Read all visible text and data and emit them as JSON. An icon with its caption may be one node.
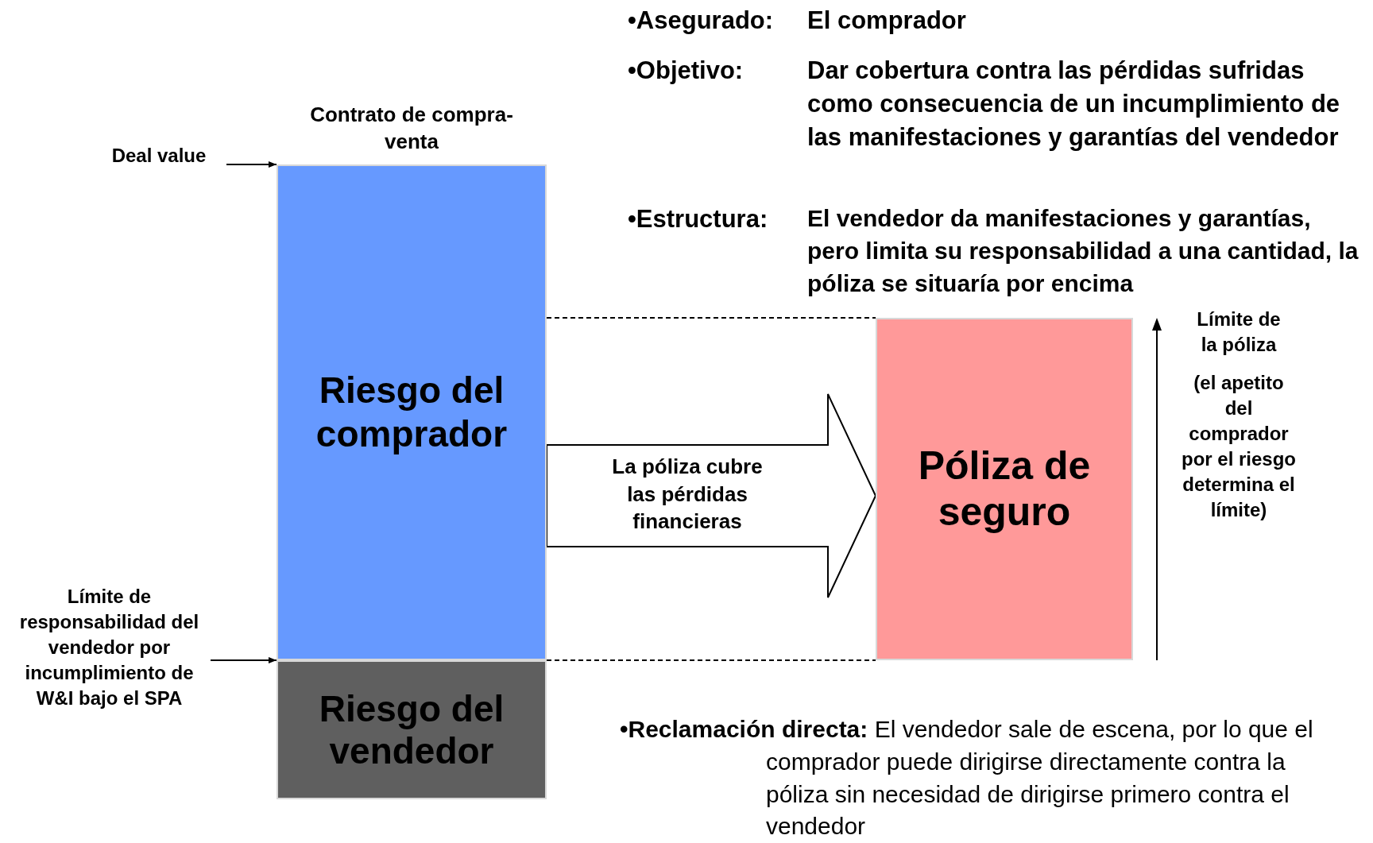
{
  "diagram": {
    "nodes": [
      {
        "text": [
          "Deal value"
        ]
      },
      {
        "text": [
          "Límite de responsabilidad del vendedor por incumplimiento de W&I bajo el SPA"
        ]
      },
      {
        "text": [
          "Contrato de compra-venta",
          "Riesgo del comprador"
        ]
      },
      {
        "text": [
          "Riesgo del vendedor"
        ]
      },
      {
        "text": [
          "Póliza de seguro"
        ]
      }
    ],
    "edges": [
      {
        "from": 0,
        "to": 2,
        "arrow": "to"
      },
      {
        "from": 1,
        "to": 3,
        "arrow": "to"
      },
      {
        "from": 2,
        "to": 4,
        "arrow": "none",
        "style": "dashed"
      },
      {
        "from": 3,
        "to": 4,
        "arrow": "none",
        "style": "dashed"
      },
      {
        "from": 2,
        "to": 4,
        "arrow": "to",
        "style": "thick",
        "label": "La póliza cubre las pérdidas financieras"
      }
    ],
    "labels": [
      "•Asegurado:",
      "El comprador",
      "•Objetivo:",
      "Dar cobertura contra las pérdidas sufridas como consecuencia de un incumplimiento de las manifestaciones y garantías del vendedor",
      "•Estructura:",
      "El vendedor da manifestaciones y garantías, pero limita su responsabilidad a una cantidad, la póliza se situaría por encima",
      "Límite de la póliza",
      "(el apetito del comprador por el riesgo determina el límite)",
      "**•Reclamación directa:** El vendedor sale de escena, por lo que el comprador puede dirigirse directamente contra la póliza sin necesidad de dirigirse primero contra el vendedor"
    ]
  }
}
